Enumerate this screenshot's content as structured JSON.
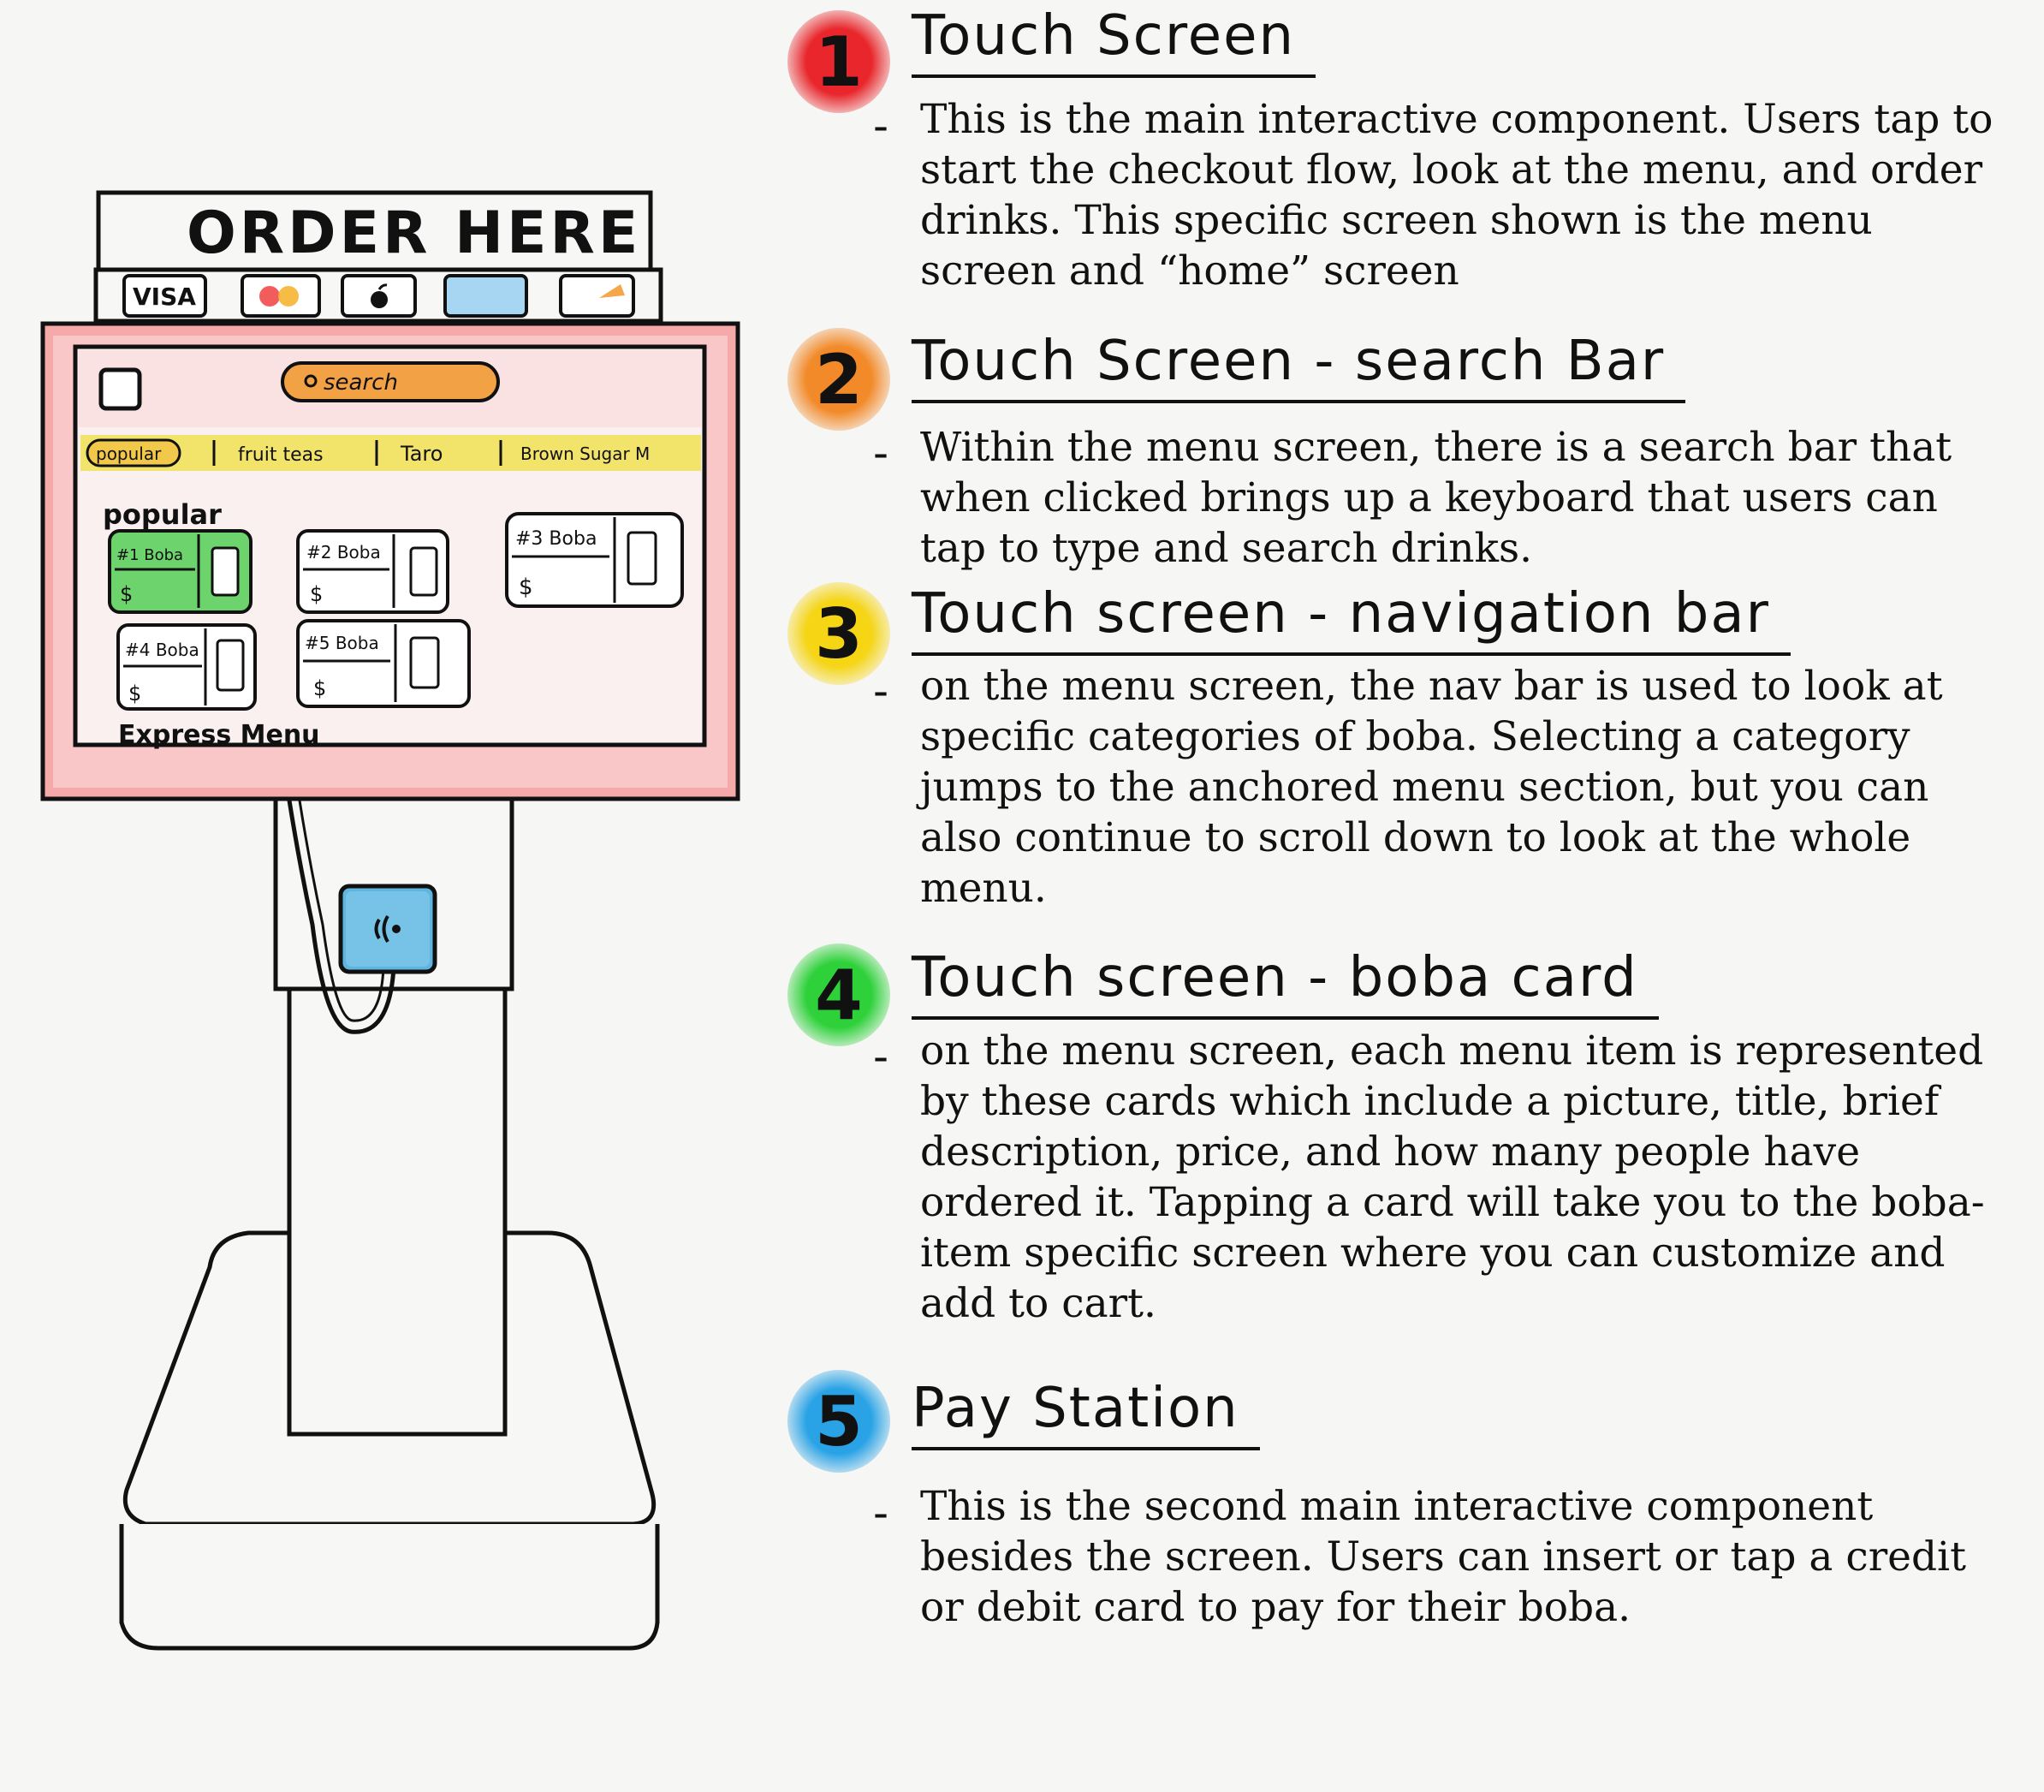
{
  "kiosk": {
    "header_text": "ORDER HERE",
    "payment_icons": [
      "visa-card",
      "mastercard",
      "apple-pay",
      "blue-card",
      "orange-card"
    ],
    "visa_label": "VISA",
    "screen": {
      "search_label": "search",
      "nav_items": [
        "popular",
        "fruit teas",
        "Taro",
        "Brown Sugar M"
      ],
      "section_title": "popular",
      "cards": [
        {
          "title": "#1 Boba",
          "price": "$",
          "selected": true
        },
        {
          "title": "#2 Boba",
          "price": "$",
          "selected": false
        },
        {
          "title": "#3 Boba",
          "price": "$",
          "selected": false
        },
        {
          "title": "#4 Boba",
          "price": "$",
          "selected": false
        },
        {
          "title": "#5 Boba",
          "price": "$",
          "selected": false
        }
      ],
      "footer_section": "Express Menu"
    },
    "colors": {
      "screen_frame": "#f6a9a9",
      "nav_bar": "#f2e36b",
      "selected_card": "#6dd36d",
      "pay_reader": "#5eb6e0",
      "search_pill": "#f2a244"
    }
  },
  "notes": [
    {
      "number": "1",
      "title": "Touch Screen",
      "description": "This is the main interactive component. Users tap to start the checkout flow, look at the menu, and order drinks. This specific screen shown is the menu screen and “home” screen",
      "color": "#e8262b"
    },
    {
      "number": "2",
      "title": "Touch Screen - search Bar",
      "description": "Within the menu screen, there is a search bar that when clicked brings up a keyboard that users can tap to type and search drinks.",
      "color": "#f28a2a"
    },
    {
      "number": "3",
      "title": "Touch screen - navigation bar",
      "description": "on the menu screen, the nav bar is used to look at specific categories of boba. Selecting a category jumps to the anchored menu section, but you can also continue to scroll down to look at the whole menu.",
      "color": "#f5d514"
    },
    {
      "number": "4",
      "title": "Touch screen - boba card",
      "description": "on the menu screen, each menu item is represented by these cards which include a picture, title, brief description, price, and how many people have ordered it. Tapping a card will take you to the boba-item specific screen where you can customize and add to cart.",
      "color": "#2ed13a"
    },
    {
      "number": "5",
      "title": "Pay Station",
      "description": "This is the second main interactive component besides the screen. Users can insert or tap a credit or debit card to pay for their boba.",
      "color": "#2aa3e6"
    }
  ]
}
